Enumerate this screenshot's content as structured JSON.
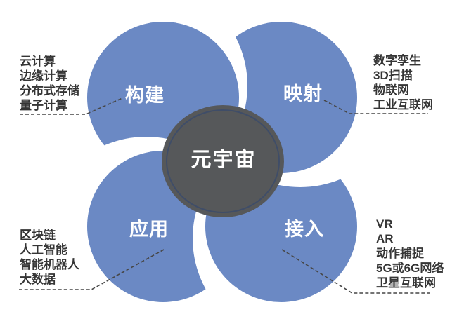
{
  "center": {
    "label": "元宇宙"
  },
  "petals": [
    {
      "id": "build",
      "label": "构建",
      "position": "top-left",
      "items": [
        "云计算",
        "边缘计算",
        "分布式存储",
        "量子计算"
      ]
    },
    {
      "id": "mapping",
      "label": "映射",
      "position": "top-right",
      "items": [
        "数字孪生",
        "3D扫描",
        "物联网",
        "工业互联网"
      ]
    },
    {
      "id": "application",
      "label": "应用",
      "position": "bottom-left",
      "items": [
        "区块链",
        "人工智能",
        "智能机器人",
        "大数据"
      ]
    },
    {
      "id": "access",
      "label": "接入",
      "position": "bottom-right",
      "items": [
        "VR",
        "AR",
        "动作捕捉",
        "5G或6G网络",
        "卫星互联网"
      ]
    }
  ],
  "colors": {
    "background": "#ffffff",
    "petal_blue": "#6b89c4",
    "center_fill": "#56585a",
    "center_ring": "#3f4d68",
    "label_white": "#ffffff",
    "side_text": "#353535",
    "dash": "#474747"
  }
}
